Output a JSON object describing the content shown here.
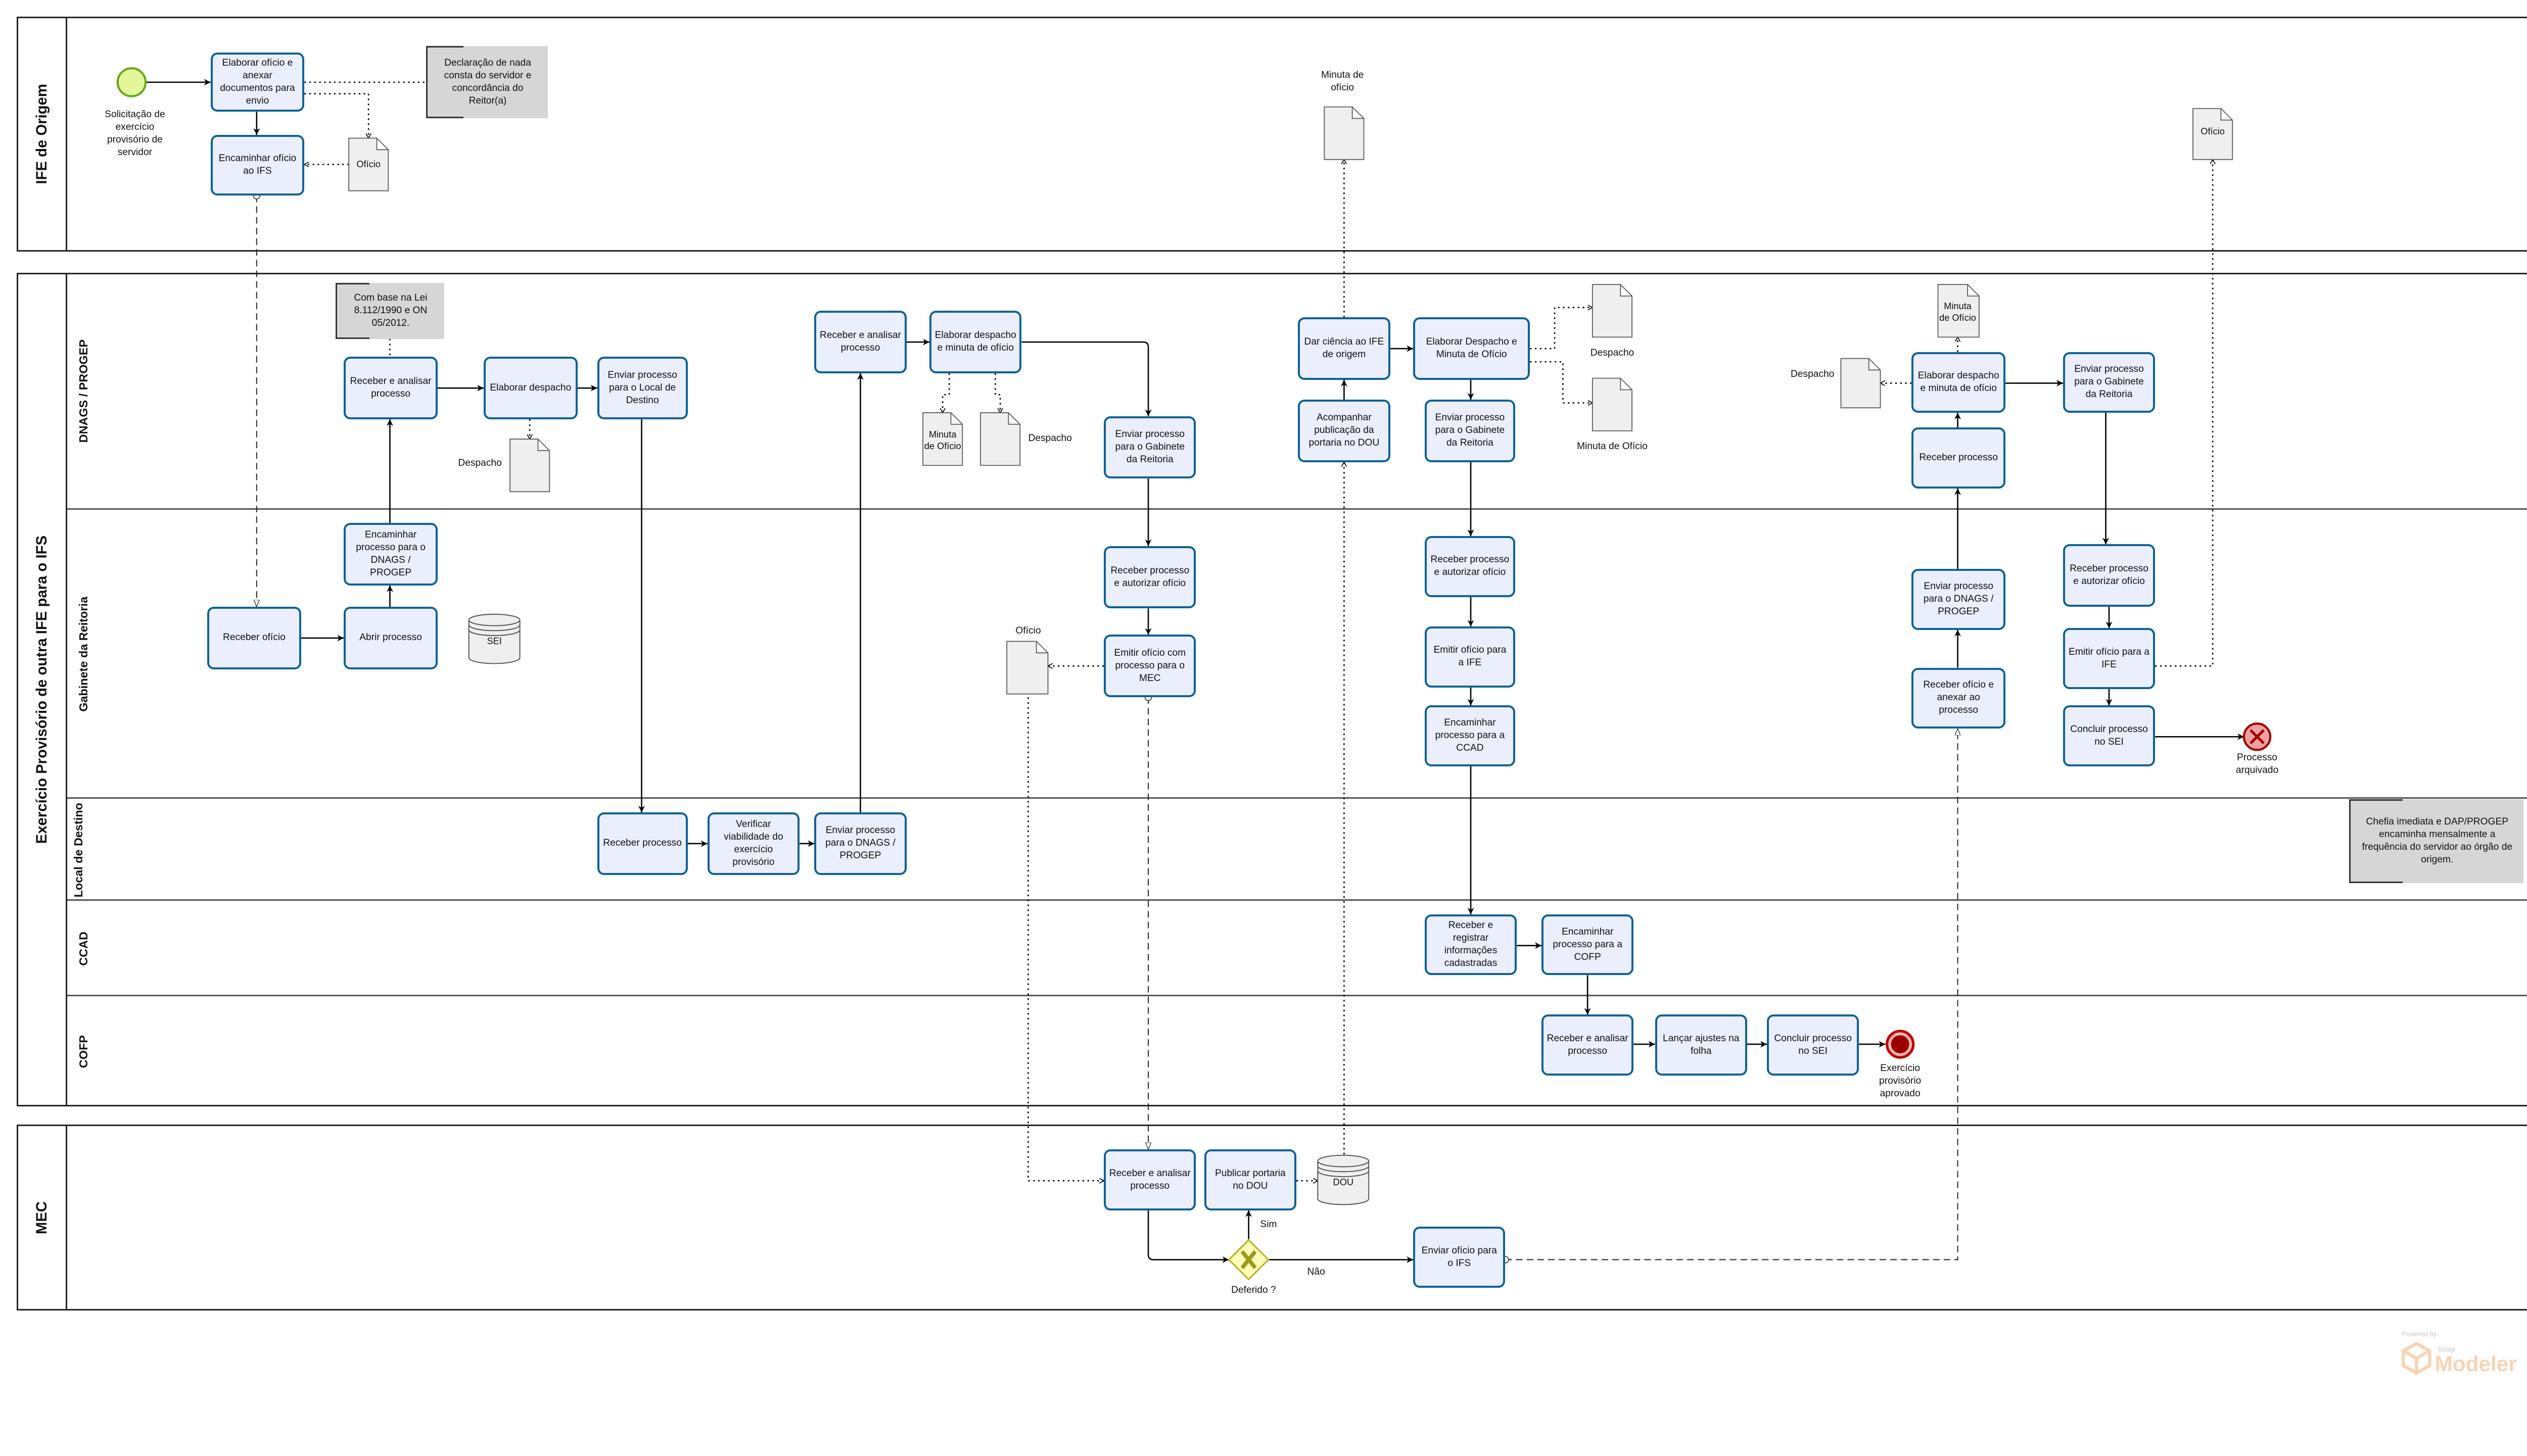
{
  "pools": {
    "ife": "IFE de Origem",
    "ifs": "Exercício Provisório de outra IFE para o IFS",
    "mec": "MEC"
  },
  "lanes": {
    "dnags": "DNAGS / PROGEP",
    "gabinete": "Gabinete da Reitoria",
    "local": "Local de Destino",
    "ccad": "CCAD",
    "cofp": "COFP"
  },
  "events": {
    "start": "Solicitação de exercício provisório de servidor",
    "end_archived": "Processo arquivado",
    "end_approved": "Exercício provisório aprovado"
  },
  "tasks": {
    "t1": "Elaborar ofício e anexar documentos para envio",
    "t2": "Encaminhar ofício ao IFS",
    "d1": "Receber e analisar processo",
    "d2": "Elaborar despacho",
    "d3": "Enviar processo para o Local de Destino",
    "d4": "Receber e analisar processo",
    "d5": "Elaborar despacho e minuta de ofício",
    "d6": "Enviar processo para o Gabinete da Reitoria",
    "d7": "Dar ciência ao IFE de origem",
    "d8": "Acompanhar publicação da portaria no DOU",
    "d9": "Elaborar Despacho e Minuta de Ofício",
    "d10": "Enviar processo para o Gabinete da Reitoria",
    "d11": "Elaborar despacho e minuta de ofício",
    "d12": "Receber processo",
    "d13": "Enviar processo para o Gabinete da Reitoria",
    "g1": "Encaminhar processo para o DNAGS / PROGEP",
    "g2": "Receber ofício",
    "g3": "Abrir processo",
    "g4": "Receber processo e autorizar ofício",
    "g5": "Emitir ofício com processo para o MEC",
    "g6": "Receber processo e autorizar ofício",
    "g7": "Emitir ofício para a IFE",
    "g8": "Encaminhar processo para a CCAD",
    "g9": "Enviar processo para o DNAGS / PROGEP",
    "g10": "Receber ofício e anexar ao processo",
    "g11": "Receber processo e autorizar ofício",
    "g12": "Emitir ofício para a IFE",
    "g13": "Concluir processo no SEI",
    "l1": "Receber processo",
    "l2": "Verificar viabilidade do exercício provisório",
    "l3": "Enviar processo para o DNAGS / PROGEP",
    "c1": "Receber e registrar informações cadastradas",
    "c2": "Encaminhar processo para a COFP",
    "f1": "Receber e analisar processo",
    "f2": "Lançar ajustes na folha",
    "f3": "Concluir processo no SEI",
    "m1": "Receber e analisar processo",
    "m2": "Publicar portaria no DOU",
    "m3": "Enviar ofício para o IFS"
  },
  "documents": {
    "oficio1": "Ofício",
    "despacho1": "Despacho",
    "minuta1": "Minuta de Ofício",
    "despacho2": "Despacho",
    "oficio2": "Ofício",
    "minuta_top": "Minuta de ofício",
    "despacho3": "Despacho",
    "minuta3": "Minuta de Ofício",
    "despacho4": "Despacho",
    "minuta4": "Minuta de Ofício",
    "oficio3": "Ofício"
  },
  "datastores": {
    "sei": "SEI",
    "dou": "DOU"
  },
  "notes": {
    "n1": "Declaração de nada consta do servidor e concordância do Reitor(a)",
    "n2": "Com base na Lei 8.112/1990 e ON 05/2012.",
    "n3": "Chefia imediata e DAP/PROGEP encaminha mensalmente a frequência do servidor ao órgão de origem."
  },
  "gateway": {
    "label": "Deferido ?",
    "yes": "Sim",
    "no": "Não"
  },
  "colors": {
    "task_border": "#0e6298",
    "task_fill": "#ebeefd",
    "start": "#e3f79a",
    "end": "#c00000"
  },
  "watermark": {
    "powered_by": "Powered by",
    "brand": "bizagi",
    "product": "Modeler"
  }
}
